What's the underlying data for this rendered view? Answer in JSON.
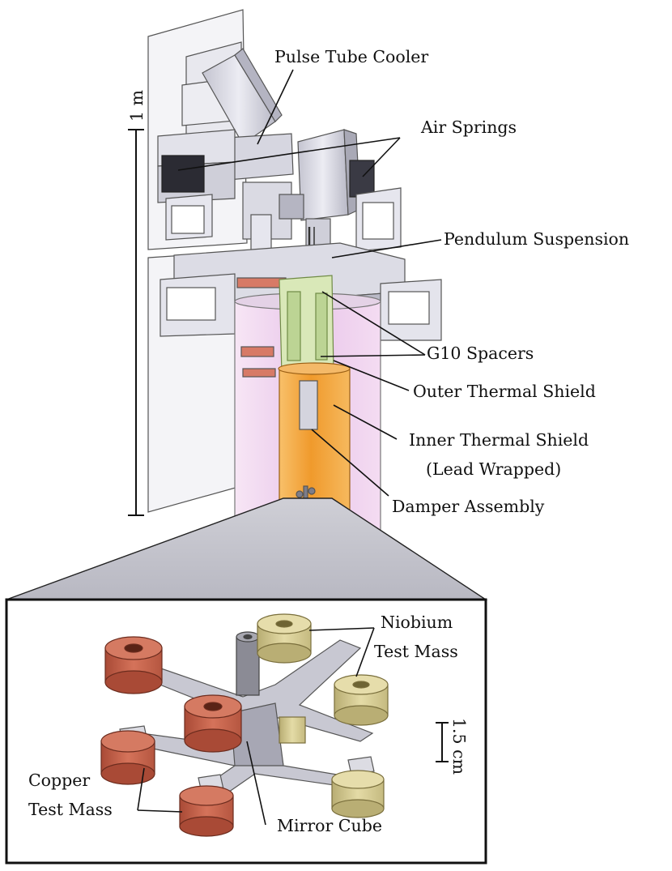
{
  "labels": {
    "pulse_tube_cooler": "Pulse Tube Cooler",
    "air_springs": "Air Springs",
    "pendulum_suspension": "Pendulum Suspension",
    "g10_spacers": "G10 Spacers",
    "outer_thermal_shield": "Outer Thermal Shield",
    "inner_thermal_shield": "Inner Thermal Shield",
    "inner_thermal_shield_note": "(Lead Wrapped)",
    "damper_assembly": "Damper Assembly",
    "niobium_line1": "Niobium",
    "niobium_line2": "Test Mass",
    "copper_line1": "Copper",
    "copper_line2": "Test Mass",
    "mirror_cube": "Mirror Cube"
  },
  "scale_bars": {
    "large": "1 m",
    "small": "1.5 cm"
  },
  "colors": {
    "metal": "#d9d9e4",
    "metal_dark": "#a9a9b6",
    "outer_shield_tint": "#f1d3ef",
    "inner_shield": "#f2a23c",
    "copper": "#c9654d",
    "niobium": "#d9cf97",
    "g10": "#cfe0a8",
    "inset_border": "#111111",
    "dark_block": "#2b2b33"
  }
}
